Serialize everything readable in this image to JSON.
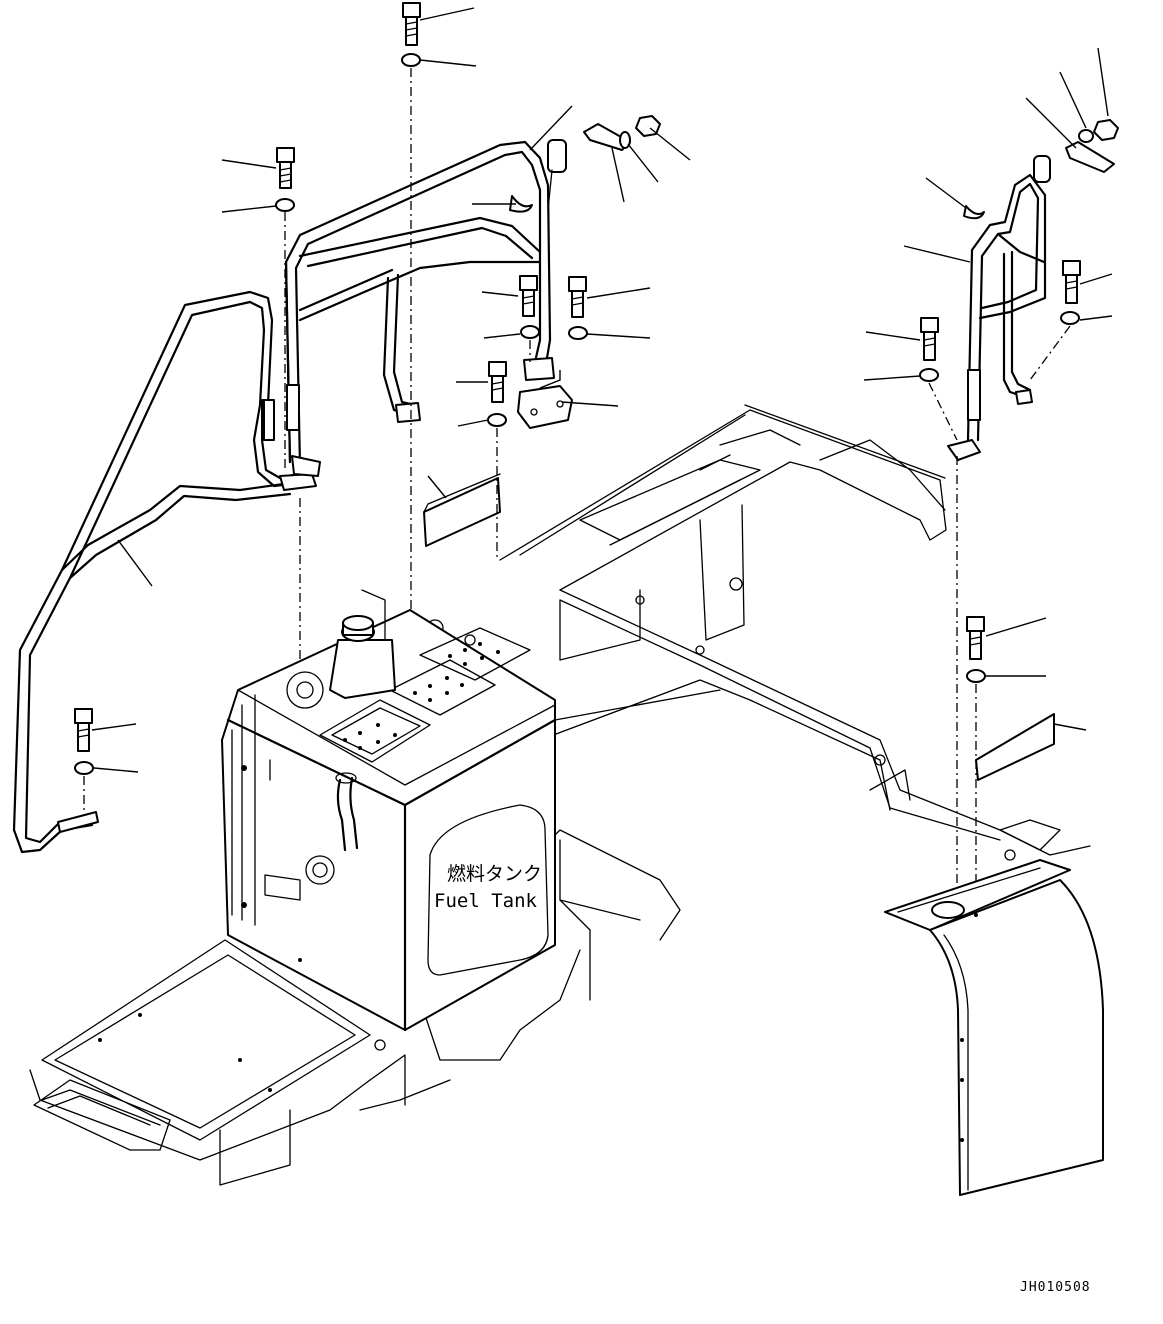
{
  "tank_label": {
    "line1": "燃料タンク",
    "line2": "Fuel Tank"
  },
  "drawing_id": "JH010508"
}
